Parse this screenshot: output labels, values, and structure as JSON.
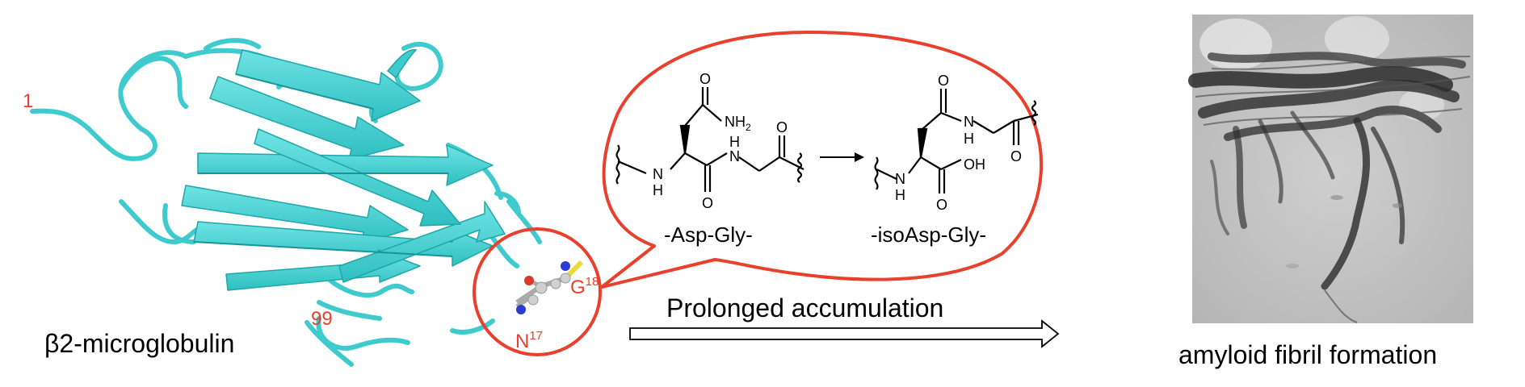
{
  "protein": {
    "name": "β2-microglobulin",
    "n_terminus": "1",
    "c_terminus": "99",
    "residue_n": "N",
    "residue_n_num": "17",
    "residue_g": "G",
    "residue_g_num": "18"
  },
  "reaction": {
    "reactant_label": "-Asp-Gly-",
    "product_label": "-isoAsp-Gly-",
    "atoms": {
      "O": "O",
      "NH2": "NH",
      "NH2_sub": "2",
      "H": "H",
      "N": "N",
      "OH": "OH"
    }
  },
  "process": {
    "label": "Prolonged accumulation"
  },
  "outcome": {
    "label": "amyloid fibril formation"
  },
  "colors": {
    "ribbon": "#4fd6d8",
    "ribbon_dark": "#2aa9ab",
    "highlight": "#e8402c",
    "text": "#000000"
  }
}
